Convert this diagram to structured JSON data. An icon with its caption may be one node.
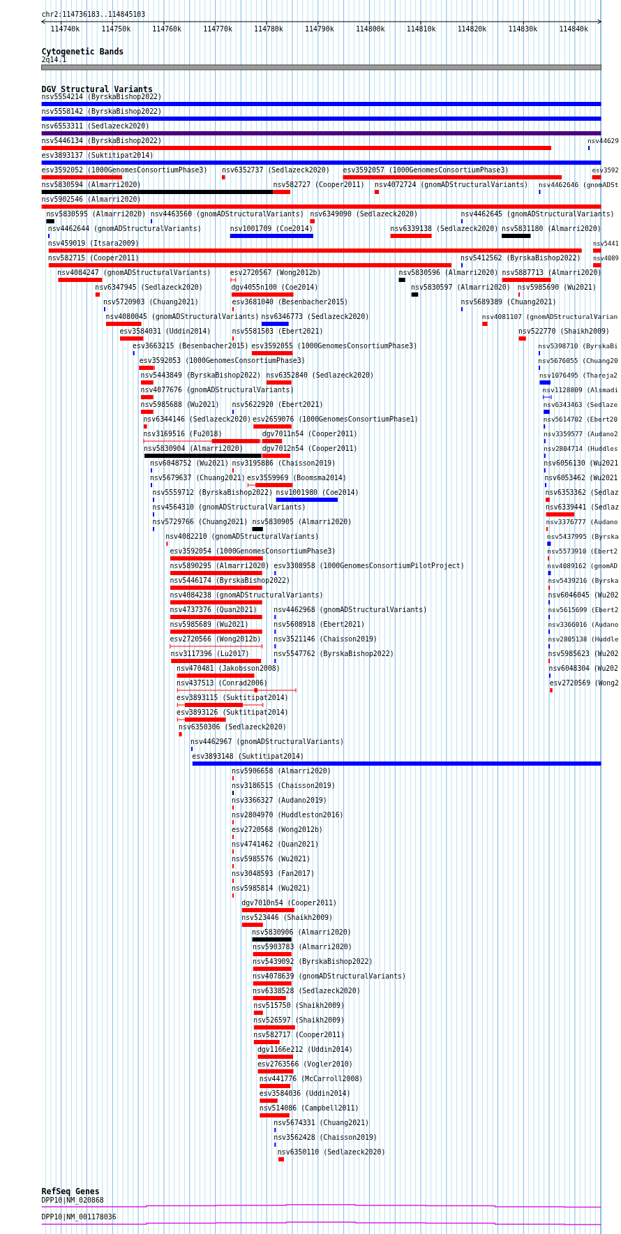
{
  "diagram": {
    "labels": [
      "chr2:114736183..114845103",
      "114740k",
      "114750k",
      "114760k",
      "114770k",
      "114780k",
      "114790k",
      "114800k",
      "114810k",
      "114820k",
      "114830k",
      "114840k",
      "Cytogenetic Bands",
      "2q14.1",
      "DGV Structural Variants",
      "nsv5554214 (ByrskaBishop2022)",
      "nsv5558142 (ByrskaBishop2022)",
      "nsv6553311 (Sedlazeck2020)",
      "nsv5446134 (ByrskaBishop2022)",
      "nsv44629",
      "esv3893137 (Suktitipat2014)",
      "esv3592052 (1000GenomesConsortiumPhase3)",
      "nsv6352737 (Sedlazeck2020)",
      "esv3592057 (1000GenomesConsortiumPhase3)",
      "esv3592",
      "nsv5830594 (Almarri2020)",
      "nsv582727 (Cooper2011)",
      "nsv4072724 (gnomADStructuralVariants)",
      "nsv4462646 (gnomADSt",
      "nsv5902546 (Almarri2020)",
      "nsv5830595 (Almarri2020)",
      "nsv4463560 (gnomADStructuralVariants)",
      "nsv6349090 (Sedlazeck2020)",
      "nsv4462645 (gnomADStructuralVariants)",
      "nsv4462644 (gnomADStructuralVariants)",
      "nsv1001709 (Coe2014)",
      "nsv6339138 (Sedlazeck2020)",
      "nsv5831180 (Almarri2020)",
      "nsv459019 (Itsara2009)",
      "nsv5441",
      "nsv582715 (Cooper2011)",
      "nsv5412562 (ByrskaBishop2022)",
      "nsv4089",
      "nsv4084247 (gnomADStructuralVariants)",
      "esv2720567 (Wong2012b)",
      "nsv5830596 (Almarri2020)",
      "nsv5887713 (Almarri2020)",
      "nsv6347945 (Sedlazeck2020)",
      "dgv4055n100 (Coe2014)",
      "nsv5830597 (Almarri2020)",
      "nsv5985690 (Wu2021)",
      "nsv5720903 (Chuang2021)",
      "esv3681040 (Besenbacher2015)",
      "nsv5689389 (Chuang2021)",
      "nsv4080045 (gnomADStructuralVariants)",
      "nsv6346773 (Sedlazeck2020)",
      "nsv4081107 (gnomADStructuralVarian",
      "esv3584031 (Uddin2014)",
      "nsv5581503 (Ebert2021)",
      "nsv522770 (Shaikh2009)",
      "esv3663215 (Besenbacher2015)",
      "esv3592055 (1000GenomesConsortiumPhase3)",
      "nsv5398710 (ByrskaBi",
      "esv3592053 (1000GenomesConsortiumPhase3)",
      "nsv5676055 (Chuang20",
      "nsv5443849 (ByrskaBishop2022)",
      "nsv6352840 (Sedlazeck2020)",
      "nsv1076495 (Thareja2",
      "nsv4077676 (gnomADStructuralVariants)",
      "nsv1128809 (Alsmadi",
      "nsv5985688 (Wu2021)",
      "nsv5622920 (Ebert2021)",
      "nsv6343463 (Sedlaze",
      "nsv6344146 (Sedlazeck2020)",
      "esv2659076 (1000GenomesConsortiumPhase1)",
      "nsv5614702 (Ebert20",
      "nsv3169516 (Fu2018)",
      "dgv7011n54 (Cooper2011)",
      "nsv3359577 (Audano2",
      "nsv5830904 (Almarri2020)",
      "dgv7012n54 (Cooper2011)",
      "nsv2804714 (Huddles",
      "nsv6048752 (Wu2021)",
      "nsv3195886 (Chaisson2019)",
      "nsv6056130 (Wu2021",
      "nsv5679637 (Chuang2021)",
      "esv3559969 (Boomsma2014)",
      "nsv6053462 (Wu2021",
      "nsv5559712 (ByrskaBishop2022)",
      "nsv1001980 (Coe2014)",
      "nsv6353362 (Sedlaz",
      "nsv4564310 (gnomADStructuralVariants)",
      "nsv6339441 (Sedlaz",
      "nsv5729766 (Chuang2021)",
      "nsv5830905 (Almarri2020)",
      "nsv3376777 (Audano",
      "nsv4082210 (gnomADStructuralVariants)",
      "nsv5437995 (Byrska",
      "esv3592054 (1000GenomesConsortiumPhase3)",
      "nsv5573910 (Ebert2",
      "nsv5890295 (Almarri2020)",
      "esv3308958 (1000GenomesConsortiumPilotProject)",
      "nsv4089162 (gnomAD",
      "nsv5446174 (ByrskaBishop2022)",
      "nsv5439216 (Byrska",
      "nsv4084238 (gnomADStructuralVariants)",
      "nsv6046045 (Wu202",
      "nsv4737376 (Quan2021)",
      "nsv4462968 (gnomADStructuralVariants)",
      "nsv5615699 (Ebert2",
      "nsv5985689 (Wu2021)",
      "nsv5608918 (Ebert2021)",
      "nsv3366016 (Audano",
      "esv2720566 (Wong2012b)",
      "nsv3521146 (Chaisson2019)",
      "nsv2805138 (Huddle",
      "nsv3117396 (Lu2017)",
      "nsv5547762 (ByrskaBishop2022)",
      "nsv5985623 (Wu202",
      "nsv470481 (Jakobsson2008)",
      "nsv6048304 (Wu202",
      "nsv437513 (Conrad2006)",
      "esv2720569 (Wong2",
      "esv3893115 (Suktitipat2014)",
      "esv3893126 (Suktitipat2014)",
      "nsv6350306 (Sedlazeck2020)",
      "nsv4462967 (gnomADStructuralVariants)",
      "esv3893148 (Suktitipat2014)",
      "nsv5906658 (Almarri2020)",
      "nsv3186515 (Chaisson2019)",
      "nsv3366327 (Audano2019)",
      "nsv2804970 (Huddleston2016)",
      "esv2720568 (Wong2012b)",
      "nsv4741462 (Quan2021)",
      "nsv5985576 (Wu2021)",
      "nsv3048593 (Fan2017)",
      "nsv5985814 (Wu2021)",
      "dgv7010n54 (Cooper2011)",
      "nsv523446 (Shaikh2009)",
      "nsv5830906 (Almarri2020)",
      "nsv5903783 (Almarri2020)",
      "nsv5439092 (ByrskaBishop2022)",
      "nsv4078639 (gnomADStructuralVariants)",
      "nsv6338528 (Sedlazeck2020)",
      "nsv515750 (Shaikh2009)",
      "nsv526597 (Shaikh2009)",
      "nsv582717 (Cooper2011)",
      "dgv1166e212 (Uddin2014)",
      "esv2763566 (Vogler2010)",
      "nsv441776 (McCarroll2008)",
      "esv3584036 (Uddin2014)",
      "nsv514086 (Campbell2011)",
      "nsv5674331 (Chuang2021)",
      "nsv3562428 (Chaisson2019)",
      "nsv6350110 (Sedlazeck2020)",
      "RefSeq Genes",
      "DPP10|NM_020868",
      "DPP10|NM_001178036"
    ]
  }
}
